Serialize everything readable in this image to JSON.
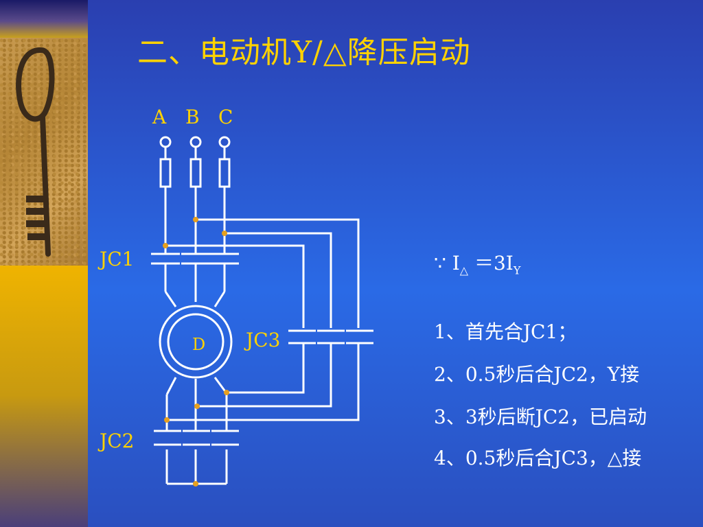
{
  "title": "二、电动机Y/△降压启动",
  "diagram": {
    "phase_a": "A",
    "phase_b": "B",
    "phase_c": "C",
    "jc1": "JC1",
    "jc2": "JC2",
    "jc3": "JC3",
    "motor": "D"
  },
  "formula": {
    "because": "∵ I",
    "sub1": "△",
    "mid": " ＝3I",
    "sub2": "Y"
  },
  "steps": [
    "1、首先合JC1；",
    "2、0.5秒后合JC2，Y接",
    "3、3秒后断JC2，已启动",
    "4、0.5秒后合JC3，△接"
  ],
  "colors": {
    "title": "#ffd200",
    "wire": "#ffffff",
    "node": "#e6a020",
    "label": "#ffd200"
  },
  "image": "antique-key-photo"
}
